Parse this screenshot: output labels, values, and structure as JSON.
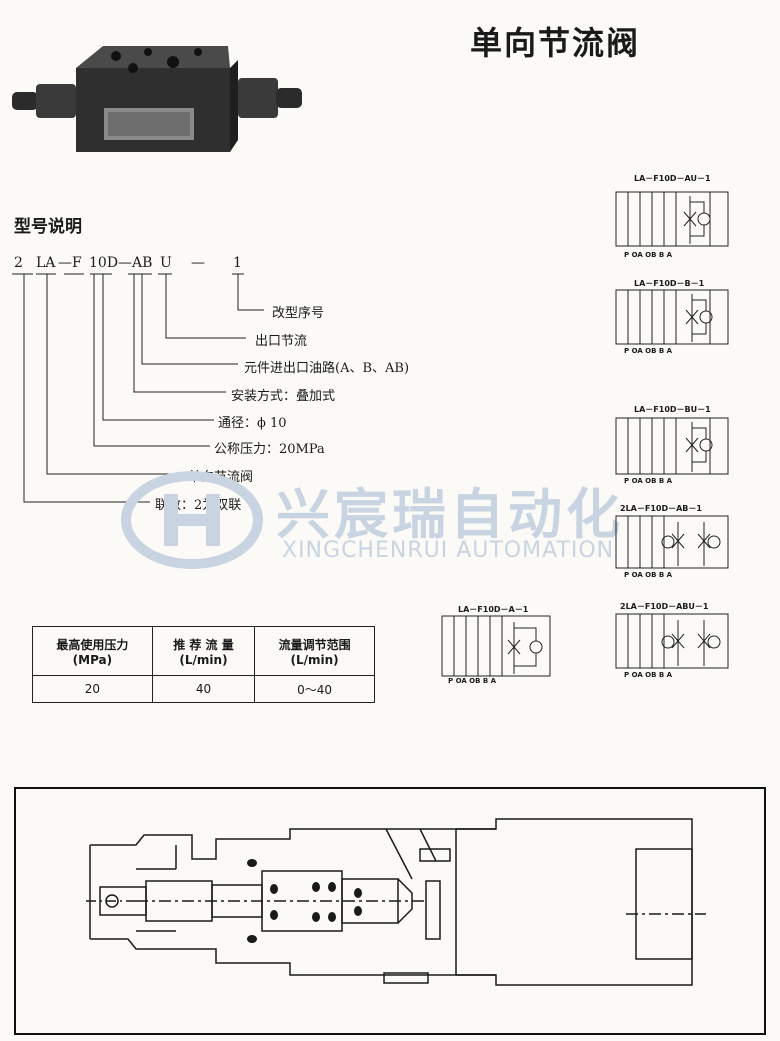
{
  "page": {
    "title": "单向节流阀"
  },
  "model_section": {
    "title": "型号说明",
    "code_tokens": [
      "2",
      "LA",
      "—F",
      "10D",
      "—AB",
      "U",
      "—",
      "1"
    ],
    "explanations": [
      "改型序号",
      "出口节流",
      "元件进出口油路(A、B、AB)",
      "安装方式：叠加式",
      "通径：ϕ 10",
      "公称压力：20MPa",
      "单向节流阀",
      "联数：2为双联"
    ]
  },
  "spec_table": {
    "headers": [
      [
        "最高使用压力",
        "(MPa)"
      ],
      [
        "推 荐 流 量",
        "(L/min)"
      ],
      [
        "流量调节范围",
        "(L/min)"
      ]
    ],
    "row": [
      "20",
      "40",
      "0～40"
    ]
  },
  "symbols": [
    {
      "title": "LA－F10D－AU－1",
      "ports": "P  OA OB  B     A"
    },
    {
      "title": "LA－F10D－B－1",
      "ports": "P  OA OB  B     A"
    },
    {
      "title": "LA－F10D－BU－1",
      "ports": "P  OA OB  B     A"
    },
    {
      "title": "2LA－F10D－AB－1",
      "ports": "P  OA OB  B     A"
    },
    {
      "title": "2LA－F10D－ABU－1",
      "ports": "P  OA OB  B    A"
    },
    {
      "title": "LA－F10D－A－1",
      "ports": "P  OA OB  B   A"
    }
  ],
  "watermark": {
    "cn": "兴宸瑞自动化",
    "en": "XINGCHENRUI AUTOMATION"
  }
}
